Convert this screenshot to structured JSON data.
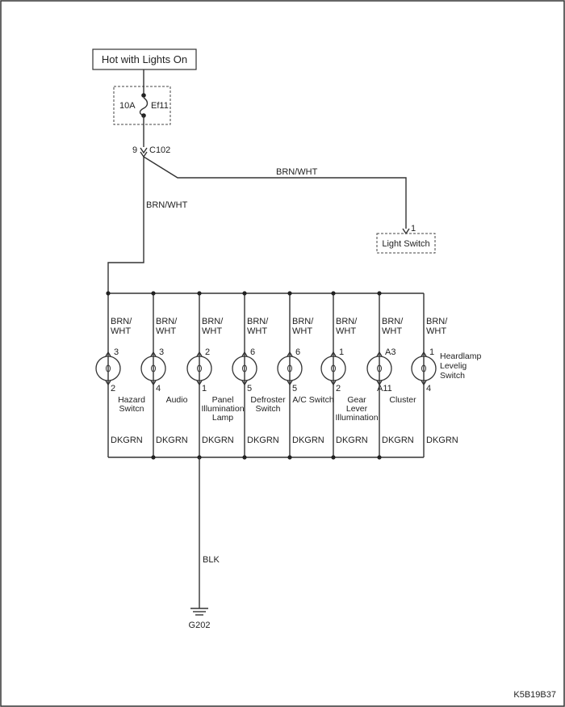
{
  "power_source": "Hot with Lights On",
  "fuse": {
    "rating": "10A",
    "name": "Ef11"
  },
  "connector": {
    "pin": "9",
    "name": "C102"
  },
  "wire_main": "BRN/WHT",
  "wire_branch": "BRN/WHT",
  "light_switch": {
    "pin": "1",
    "label": "Light Switch"
  },
  "bus_wire": [
    "BRN/",
    "WHT"
  ],
  "lamps": [
    {
      "top_pin": "3",
      "bottom_pin": "2",
      "label": [
        "Hazard",
        "Switcn"
      ]
    },
    {
      "top_pin": "3",
      "bottom_pin": "4",
      "label": [
        "Audio"
      ]
    },
    {
      "top_pin": "2",
      "bottom_pin": "1",
      "label": [
        "Panel",
        "Illumination",
        "Lamp"
      ]
    },
    {
      "top_pin": "6",
      "bottom_pin": "5",
      "label": [
        "Defroster",
        "Switch"
      ]
    },
    {
      "top_pin": "6",
      "bottom_pin": "5",
      "label": [
        "A/C Switch"
      ]
    },
    {
      "top_pin": "1",
      "bottom_pin": "2",
      "label": [
        "Gear",
        "Lever",
        "Illumination"
      ]
    },
    {
      "top_pin": "A3",
      "bottom_pin": "A11",
      "label": [
        "Cluster"
      ]
    },
    {
      "top_pin": "1",
      "bottom_pin": "4",
      "label": [
        "Heardlamp",
        "Levelig",
        "Switch"
      ]
    }
  ],
  "ground_wire": "DKGRN",
  "ground_main_wire": "BLK",
  "ground_name": "G202",
  "diagram_code": "K5B19B37"
}
